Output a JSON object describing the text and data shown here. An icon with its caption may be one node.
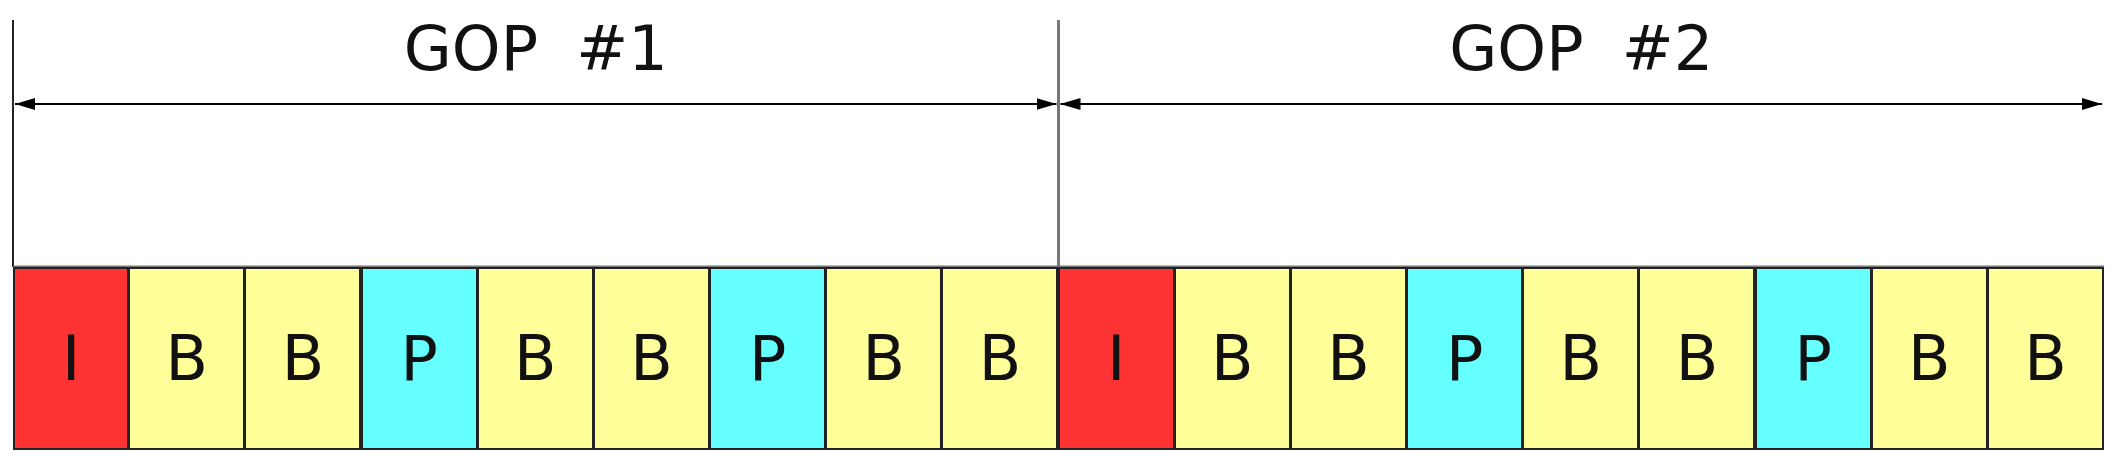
{
  "diagram": {
    "nodes": [
      {
        "text": [
          "I"
        ]
      },
      {
        "text": [
          "B"
        ]
      },
      {
        "text": [
          "B"
        ]
      },
      {
        "text": [
          "P"
        ]
      },
      {
        "text": [
          "B"
        ]
      },
      {
        "text": [
          "B"
        ]
      },
      {
        "text": [
          "P"
        ]
      },
      {
        "text": [
          "B"
        ]
      },
      {
        "text": [
          "B"
        ]
      },
      {
        "text": [
          "I"
        ]
      },
      {
        "text": [
          "B"
        ]
      },
      {
        "text": [
          "B"
        ]
      },
      {
        "text": [
          "P"
        ]
      },
      {
        "text": [
          "B"
        ]
      },
      {
        "text": [
          "B"
        ]
      },
      {
        "text": [
          "P"
        ]
      },
      {
        "text": [
          "B"
        ]
      },
      {
        "text": [
          "B"
        ]
      }
    ],
    "labels": [
      "GOP #1",
      "GOP #2"
    ]
  }
}
